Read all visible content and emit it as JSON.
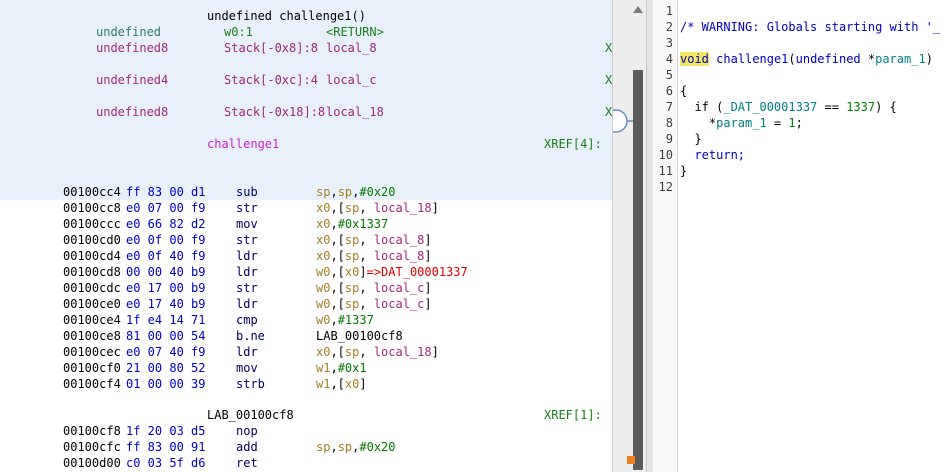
{
  "listing": {
    "signature": "undefined challenge1()",
    "params": [
      {
        "type": "undefined",
        "storage": "w0:1",
        "name": "<RETURN>"
      },
      {
        "type": "undefined8",
        "storage": "Stack[-0x8]:8",
        "name": "local_8",
        "xref": "X"
      },
      {
        "type": "undefined4",
        "storage": "Stack[-0xc]:4",
        "name": "local_c",
        "xref": "X"
      },
      {
        "type": "undefined8",
        "storage": "Stack[-0x18]:8",
        "name": "local_18",
        "xref": "X"
      }
    ],
    "label": "challenge1",
    "label_xref": "XREF[4]:",
    "instructions": [
      {
        "addr": "00100cc4",
        "bytes": "ff 83 00 d1",
        "mnem": "sub",
        "ops": "sp,sp,#0x20"
      },
      {
        "addr": "00100cc8",
        "bytes": "e0 07 00 f9",
        "mnem": "str",
        "ops": "x0,[sp, #local_18]"
      },
      {
        "addr": "00100ccc",
        "bytes": "e0 66 82 d2",
        "mnem": "mov",
        "ops": "x0,#0x1337"
      },
      {
        "addr": "00100cd0",
        "bytes": "e0 0f 00 f9",
        "mnem": "str",
        "ops": "x0,[sp, #local_8]"
      },
      {
        "addr": "00100cd4",
        "bytes": "e0 0f 40 f9",
        "mnem": "ldr",
        "ops": "x0,[sp, #local_8]"
      },
      {
        "addr": "00100cd8",
        "bytes": "00 00 40 b9",
        "mnem": "ldr",
        "ops": "w0,[x0]=>DAT_00001337"
      },
      {
        "addr": "00100cdc",
        "bytes": "e0 17 00 b9",
        "mnem": "str",
        "ops": "w0,[sp, #local_c]"
      },
      {
        "addr": "00100ce0",
        "bytes": "e0 17 40 b9",
        "mnem": "ldr",
        "ops": "w0,[sp, #local_c]"
      },
      {
        "addr": "00100ce4",
        "bytes": "1f e4 14 71",
        "mnem": "cmp",
        "ops": "w0,#1337"
      },
      {
        "addr": "00100ce8",
        "bytes": "81 00 00 54",
        "mnem": "b.ne",
        "ops": "LAB_00100cf8"
      },
      {
        "addr": "00100cec",
        "bytes": "e0 07 40 f9",
        "mnem": "ldr",
        "ops": "x0,[sp, #local_18]"
      },
      {
        "addr": "00100cf0",
        "bytes": "21 00 80 52",
        "mnem": "mov",
        "ops": "w1,#0x1"
      },
      {
        "addr": "00100cf4",
        "bytes": "01 00 00 39",
        "mnem": "strb",
        "ops": "w1,[x0]"
      }
    ],
    "label2": "LAB_00100cf8",
    "label2_xref": "XREF[1]:",
    "instructions2": [
      {
        "addr": "00100cf8",
        "bytes": "1f 20 03 d5",
        "mnem": "nop",
        "ops": ""
      },
      {
        "addr": "00100cfc",
        "bytes": "ff 83 00 91",
        "mnem": "add",
        "ops": "sp,sp,#0x20"
      },
      {
        "addr": "00100d00",
        "bytes": "c0 03 5f d6",
        "mnem": "ret",
        "ops": ""
      }
    ]
  },
  "decompiler": {
    "line_numbers": [
      "1",
      "2",
      "3",
      "4",
      "5",
      "6",
      "7",
      "8",
      "9",
      "10",
      "11",
      "12"
    ],
    "lines": [
      "",
      "/* WARNING: Globals starting with '_'",
      "",
      "void challenge1(undefined *param_1)",
      "",
      "{",
      "  if (_DAT_00001337 == 1337) {",
      "    *param_1 = 1;",
      "  }",
      "  return;",
      "}",
      ""
    ]
  },
  "colors": {
    "header_bg": "#e8f0fa",
    "highlight": "#f5e663"
  }
}
